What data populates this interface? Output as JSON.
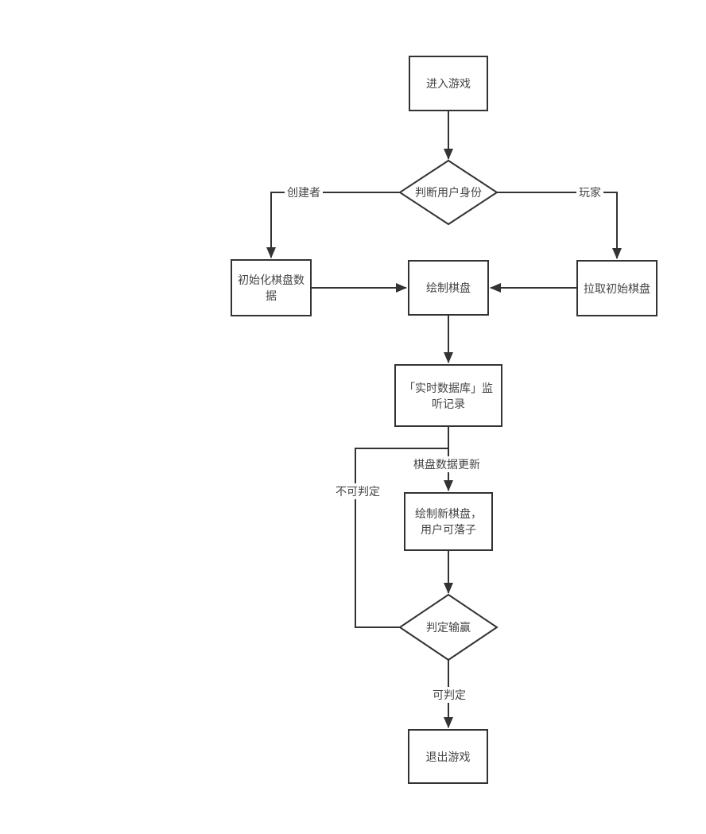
{
  "diagram": {
    "title": "game-flowchart",
    "background_color": "#ffffff",
    "line_color": "#333333",
    "text_color": "#454545",
    "nodes": {
      "enter_game": {
        "label": "进入游戏",
        "shape": "rect"
      },
      "judge_identity": {
        "label": "判断用户身份",
        "shape": "diamond"
      },
      "init_board_data": {
        "label": "初始化棋盘数\n据",
        "shape": "rect"
      },
      "draw_board": {
        "label": "绘制棋盘",
        "shape": "rect"
      },
      "pull_initial_board": {
        "label": "拉取初始棋盘",
        "shape": "rect"
      },
      "realtime_db_listen": {
        "label": "「实时数据库」监\n听记录",
        "shape": "rect"
      },
      "draw_new_board": {
        "label": "绘制新棋盘，\n用户可落子",
        "shape": "rect"
      },
      "judge_win_lose": {
        "label": "判定输赢",
        "shape": "diamond"
      },
      "exit_game": {
        "label": "退出游戏",
        "shape": "rect"
      }
    },
    "edge_labels": {
      "creator": "创建者",
      "player": "玩家",
      "board_data_updated": "棋盘数据更新",
      "not_determinable": "不可判定",
      "determinable": "可判定"
    }
  }
}
